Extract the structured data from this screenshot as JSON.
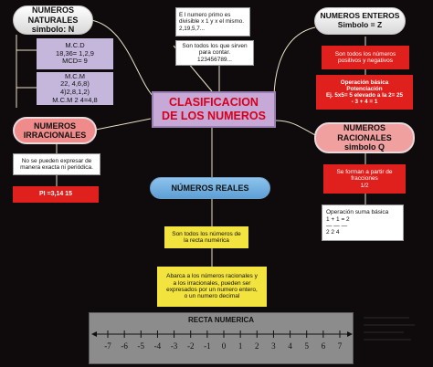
{
  "naturales": {
    "lines": [
      "NUMEROS",
      "NATURALES",
      "simbolo: N"
    ]
  },
  "primo": {
    "lines": [
      "E l numero primo es",
      "divisible x 1 y x el mismo.",
      "2,19,5,7..."
    ]
  },
  "contar": {
    "lines": [
      "Son todos los que sirven",
      "para contar.",
      "123456789..."
    ]
  },
  "mcd": {
    "lines": [
      "M.C.D",
      "18,36= 1,2,9",
      "MCD= 9"
    ]
  },
  "mcm": {
    "lines": [
      "M.C.M",
      "22, 4,6,8)",
      "4)2,8,1,2)",
      "M.C.M 2 4=4,8"
    ]
  },
  "titulo": {
    "lines": [
      "CLASIFICACION",
      "DE LOS NUMEROS"
    ]
  },
  "irracionales": {
    "lines": [
      "NUMEROS",
      "IRRACIONALES"
    ]
  },
  "no_expresar": {
    "lines": [
      "No se pueden expresar de",
      "manera exacta ni periódica."
    ]
  },
  "pi": {
    "text": "PI =3,14 15"
  },
  "enteros": {
    "lines": [
      "NUMEROS ENTEROS",
      "Simbolo = Z"
    ]
  },
  "enteros_desc": {
    "lines": [
      "Son todos los números",
      "positivos y negativos"
    ]
  },
  "potenciacion": {
    "lines": [
      "Operación básica",
      "Potenciación",
      "Ej. 5x5= 5 elevado a la 2= 25",
      "- 3 + 4 = 1"
    ]
  },
  "racionales": {
    "lines": [
      "NUMEROS",
      "RACIONALES",
      "simbolo Q"
    ]
  },
  "fracciones": {
    "lines": [
      "Se forman a partir de",
      "fracciones",
      "1/2"
    ]
  },
  "suma": {
    "lines": [
      "Operación suma  básica",
      "1 + 1 = 2",
      "—   —   —",
      "2     2    4"
    ]
  },
  "reales": {
    "text": "NÚMEROS REALES"
  },
  "recta_desc": {
    "lines": [
      "Son todos los números de",
      "la recta numérica"
    ]
  },
  "abarca": {
    "lines": [
      "Abarca a los números racionales y",
      "a los irracionales, pueden ser",
      "expresados por un numero entero,",
      "o un numero decimal"
    ]
  },
  "recta": {
    "title": "RECTA NUMERICA",
    "ticks": [
      "-7",
      "-6",
      "-5",
      "-4",
      "-3",
      "-2",
      "-1",
      "0",
      "1",
      "2",
      "3",
      "4",
      "5",
      "6",
      "7"
    ]
  },
  "colors": {
    "background": "#0f0a0c",
    "title_text": "#d6001e",
    "title_bg": "#c6a9d6",
    "red_box": "#e0201c",
    "lavender_box": "#c5b7dc",
    "pink_box": "#f08b8b",
    "blue_pill": "#5d9fd6",
    "yellow_box": "#f3e33e",
    "connector": "#e8e2c8"
  }
}
